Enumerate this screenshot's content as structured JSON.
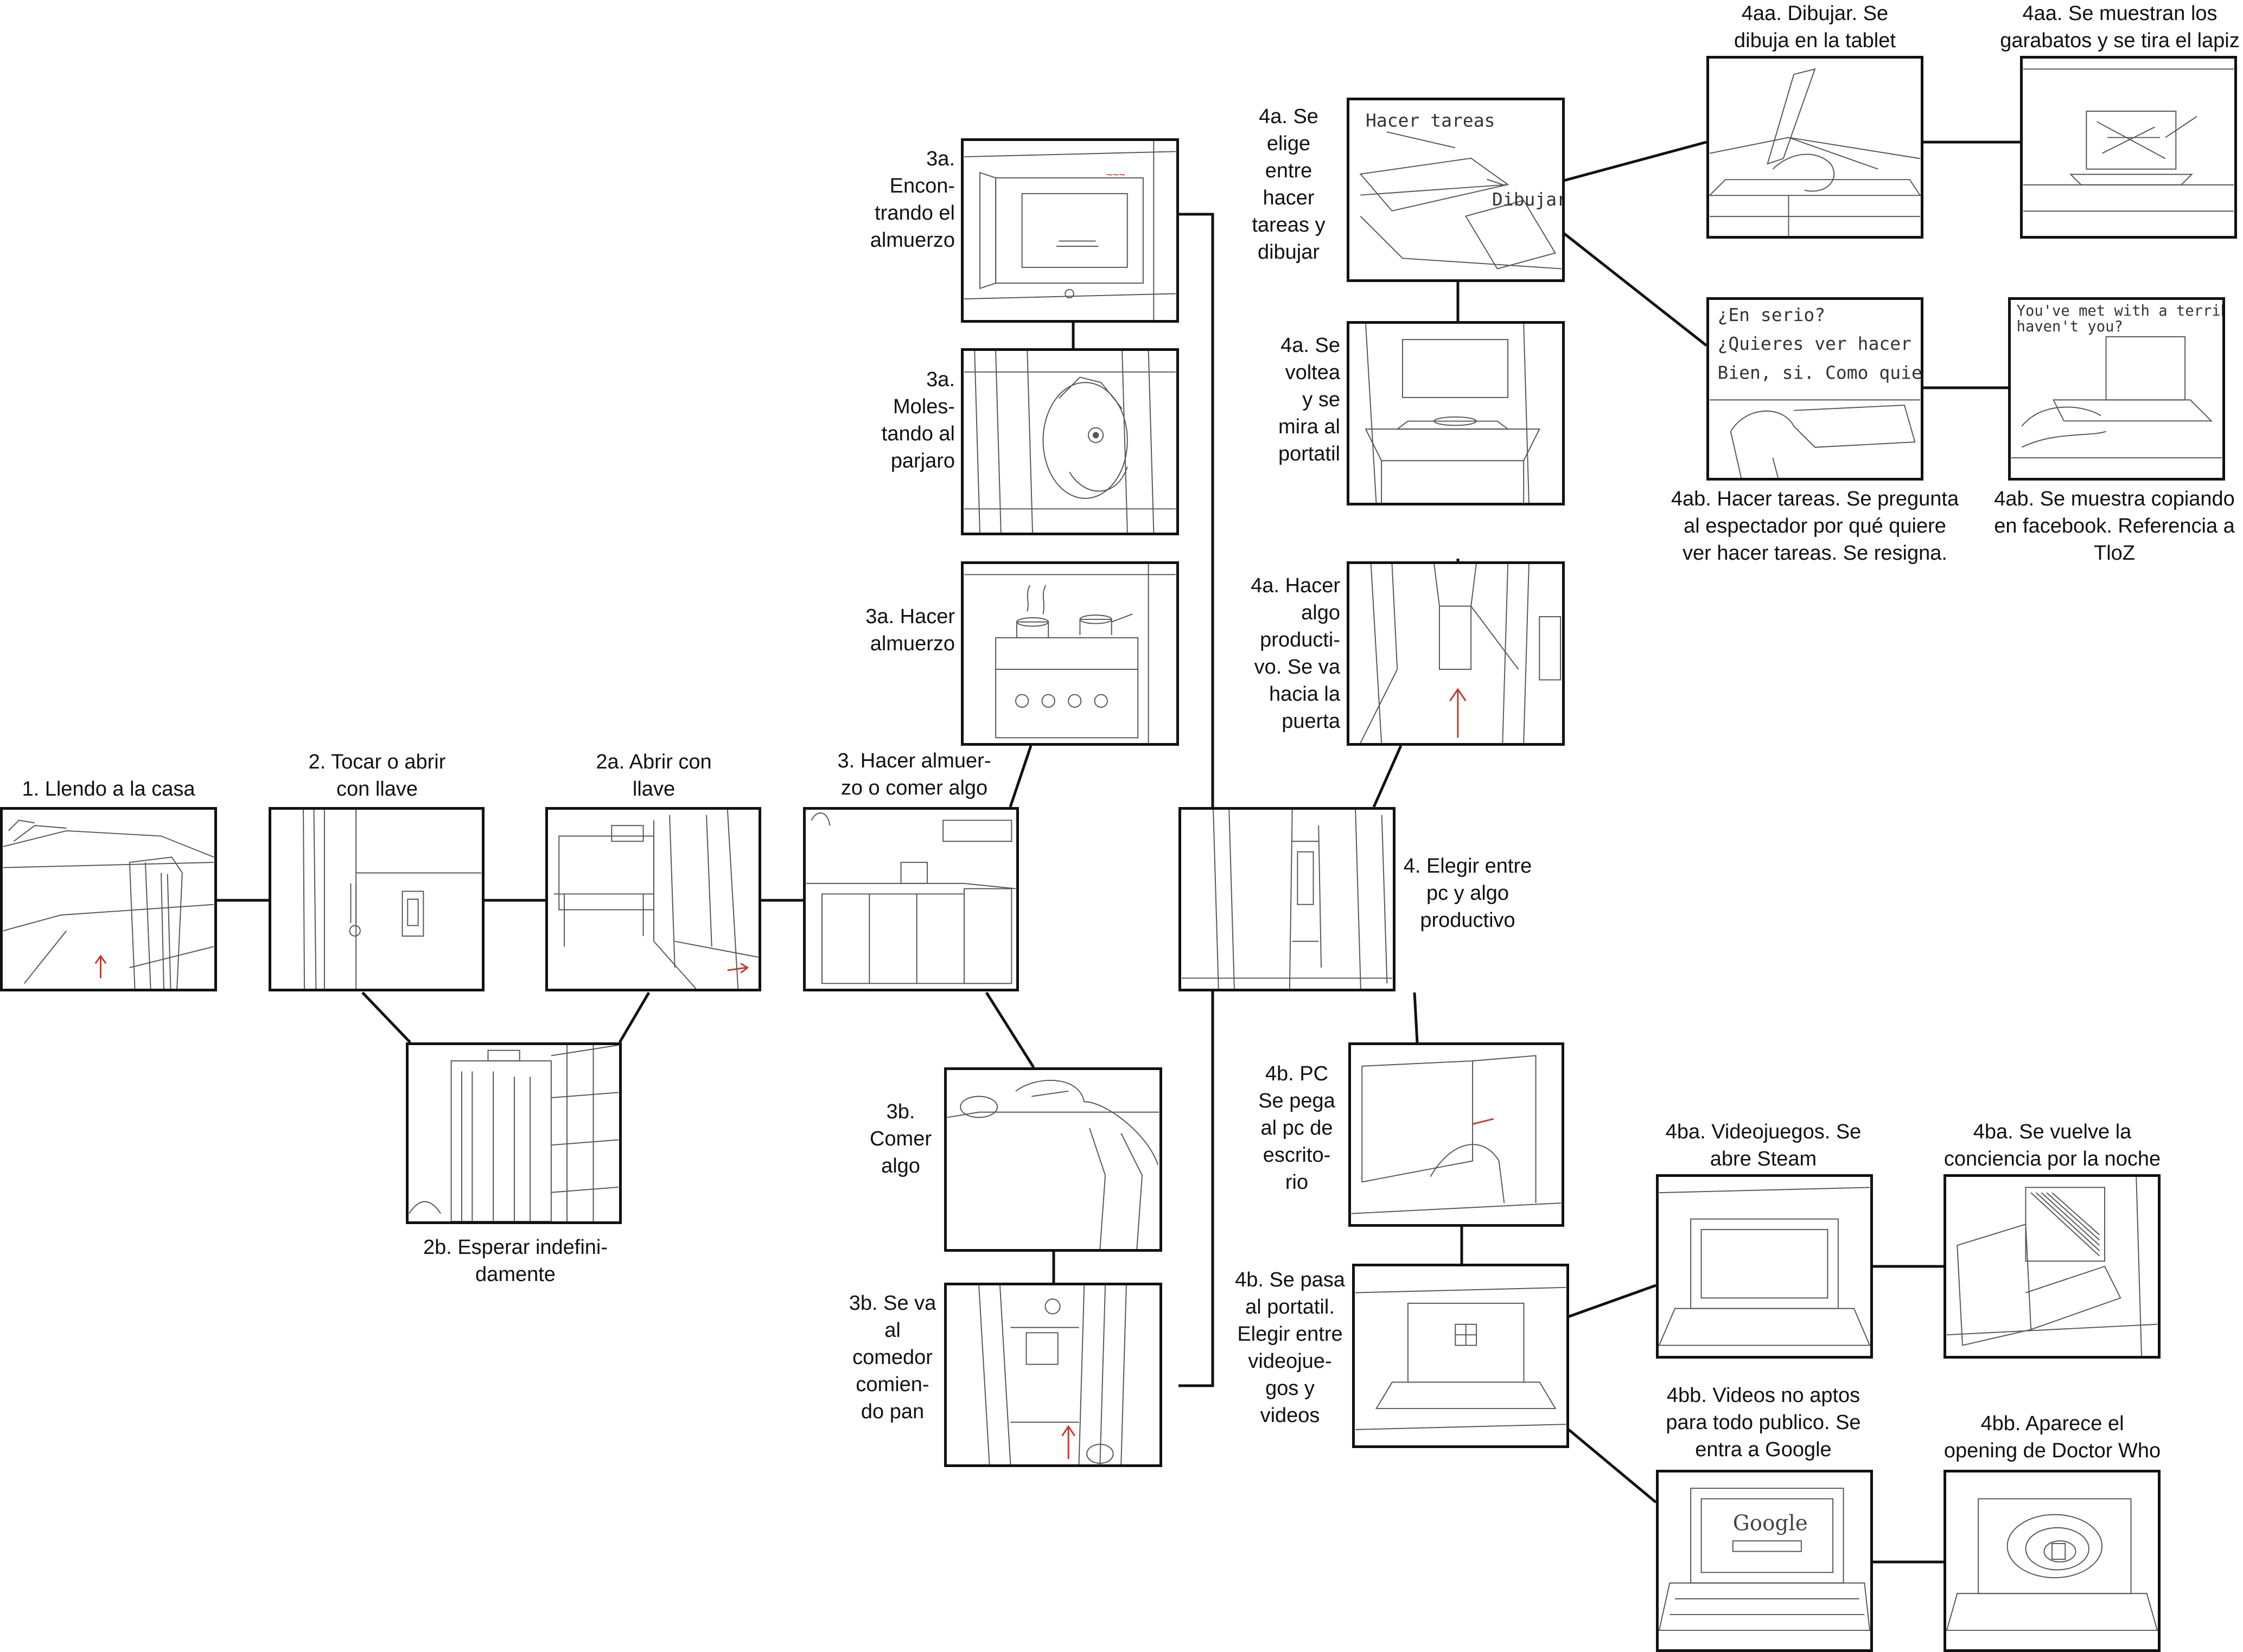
{
  "panels": {
    "p1": {
      "caption": "1. Llendo a la casa"
    },
    "p2": {
      "caption": "2. Tocar o abrir\ncon llave"
    },
    "p2a": {
      "caption": "2a. Abrir con\nllave"
    },
    "p2b": {
      "caption": "2b. Esperar indefini-\ndamente"
    },
    "p3": {
      "caption": "3. Hacer almuer-\nzo o comer algo"
    },
    "p3a1": {
      "caption": "3a.\nEncon-\ntrando el\nalmuerzo"
    },
    "p3a2": {
      "caption": "3a.\nMoles-\ntando al\nparjaro"
    },
    "p3a3": {
      "caption": "3a. Hacer\nalmuerzo"
    },
    "p3b1": {
      "caption": "3b.\nComer\nalgo"
    },
    "p3b2": {
      "caption": "3b. Se va\nal\ncomedor\ncomien-\ndo pan"
    },
    "p4": {
      "caption": "4. Elegir entre\npc y algo\nproductivo"
    },
    "p4a1": {
      "caption": "4a. Hacer\nalgo\nproducti-\nvo. Se va\nhacia la\npuerta"
    },
    "p4a2": {
      "caption": "4a. Se\nvoltea\ny se\nmira al\nportatil"
    },
    "p4a3": {
      "caption": "4a. Se\nelige\nentre\nhacer\ntareas y\ndibujar",
      "sketch_labels": [
        "Hacer tareas",
        "Dibujar"
      ]
    },
    "p4aa1": {
      "caption": "4aa. Dibujar. Se\ndibuja en la tablet"
    },
    "p4aa2": {
      "caption": "4aa. Se muestran los\ngarabatos y se tira el lapiz"
    },
    "p4ab1": {
      "caption": "4ab. Hacer tareas. Se pregunta\nal espectador por qué quiere\nver hacer tareas. Se resigna.",
      "sketch_lines": [
        "¿En serio?",
        "¿Quieres ver hacer tareas?",
        "Bien, si. Como quieras"
      ]
    },
    "p4ab2": {
      "caption": "4ab. Se muestra copiando\nen facebook. Referencia a\nTloZ",
      "sketch_lines": [
        "You've met with a terrible fate,",
        "haven't you?"
      ]
    },
    "p4b1": {
      "caption": "4b. PC\nSe pega\nal pc de\nescrito-\nrio"
    },
    "p4b2": {
      "caption": "4b. Se pasa\nal portatil.\nElegir entre\nvideojue-\ngos y\nvideos"
    },
    "p4ba1": {
      "caption": "4ba. Videojuegos. Se\nabre Steam"
    },
    "p4ba2": {
      "caption": "4ba. Se vuelve la\nconciencia por la noche"
    },
    "p4bb1": {
      "caption": "4bb. Videos no aptos\npara todo publico. Se\nentra a Google",
      "sketch_labels": [
        "Google"
      ]
    },
    "p4bb2": {
      "caption": "4bb. Aparece el\nopening de Doctor Who"
    }
  },
  "colors": {
    "ink": "#111111",
    "pencil": "#555555",
    "arrow_red": "#c0392b",
    "paper": "#ffffff"
  }
}
